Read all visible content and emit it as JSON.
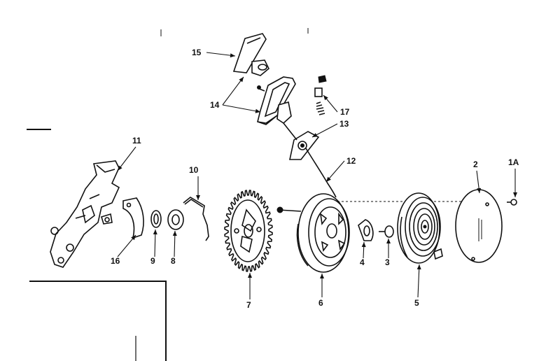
{
  "diagram": {
    "part_labels": {
      "p15": "15",
      "p14": "14",
      "p17": "17",
      "p13": "13",
      "p11": "11",
      "p10": "10",
      "p12": "12",
      "p2": "2",
      "p1a": "1A",
      "p16": "16",
      "p9": "9",
      "p8": "8",
      "p7": "7",
      "p6": "6",
      "p4": "4",
      "p3": "3",
      "p5": "5"
    },
    "colors": {
      "ink": "#111111",
      "paper": "#ffffff"
    }
  }
}
